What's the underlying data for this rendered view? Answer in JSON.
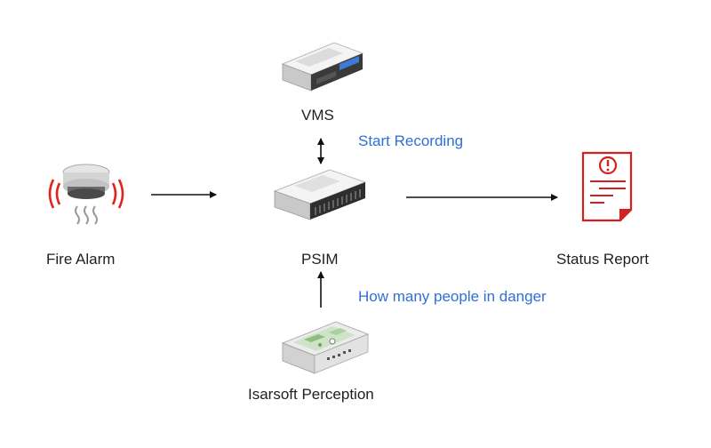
{
  "nodes": {
    "vms": {
      "label": "VMS",
      "icon": "server-icon"
    },
    "psim": {
      "label": "PSIM",
      "icon": "server-icon"
    },
    "fire_alarm": {
      "label": "Fire Alarm",
      "icon": "smoke-detector-icon"
    },
    "status_report": {
      "label": "Status Report",
      "icon": "alert-document-icon"
    },
    "isarsoft": {
      "label": "Isarsoft Perception",
      "icon": "edge-device-icon"
    }
  },
  "edges": {
    "psim_vms": {
      "label": "Start Recording"
    },
    "isarsoft_psim": {
      "label": "How many people in danger"
    }
  },
  "colors": {
    "text": "#1f1f1f",
    "edge_label": "#2f6fd6",
    "alarm_red": "#e2231a",
    "report_red": "#d62020"
  }
}
